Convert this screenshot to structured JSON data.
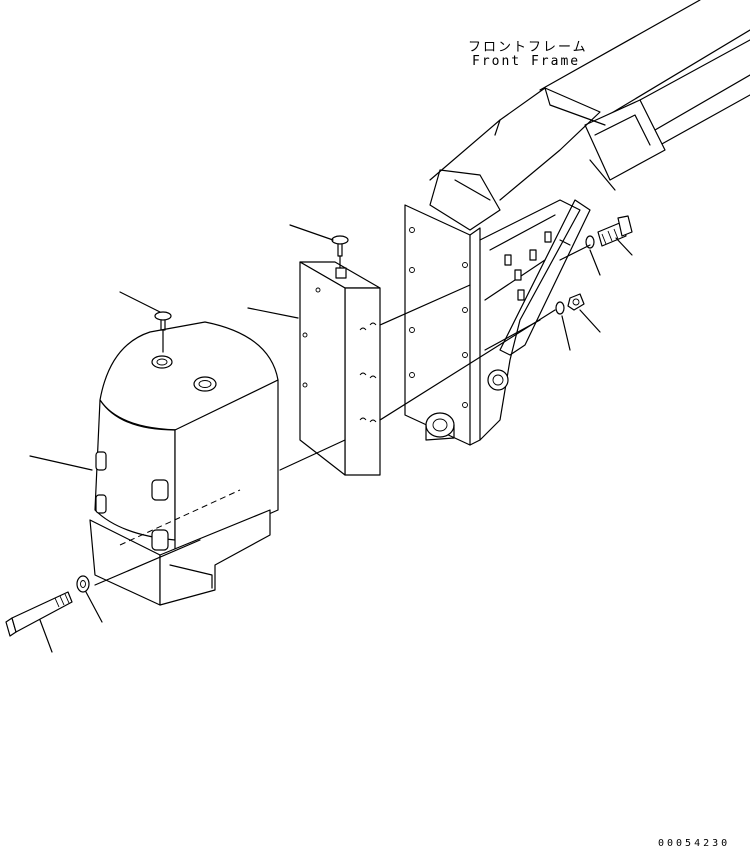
{
  "labels": {
    "frame_jp": "フロントフレーム",
    "frame_en": "Front Frame",
    "drawing_code": "00054230"
  },
  "colors": {
    "line": "#000000",
    "background": "#ffffff"
  },
  "parts": [
    {
      "name": "grille-cover",
      "icon": "counterweight-cover-shape"
    },
    {
      "name": "plate",
      "icon": "plate-shape"
    },
    {
      "name": "front-frame",
      "icon": "frame-shape"
    },
    {
      "name": "long-bolt",
      "icon": "bolt-icon"
    },
    {
      "name": "washer",
      "icon": "washer-icon"
    },
    {
      "name": "plug",
      "icon": "plug-icon"
    },
    {
      "name": "nut",
      "icon": "nut-icon"
    }
  ]
}
